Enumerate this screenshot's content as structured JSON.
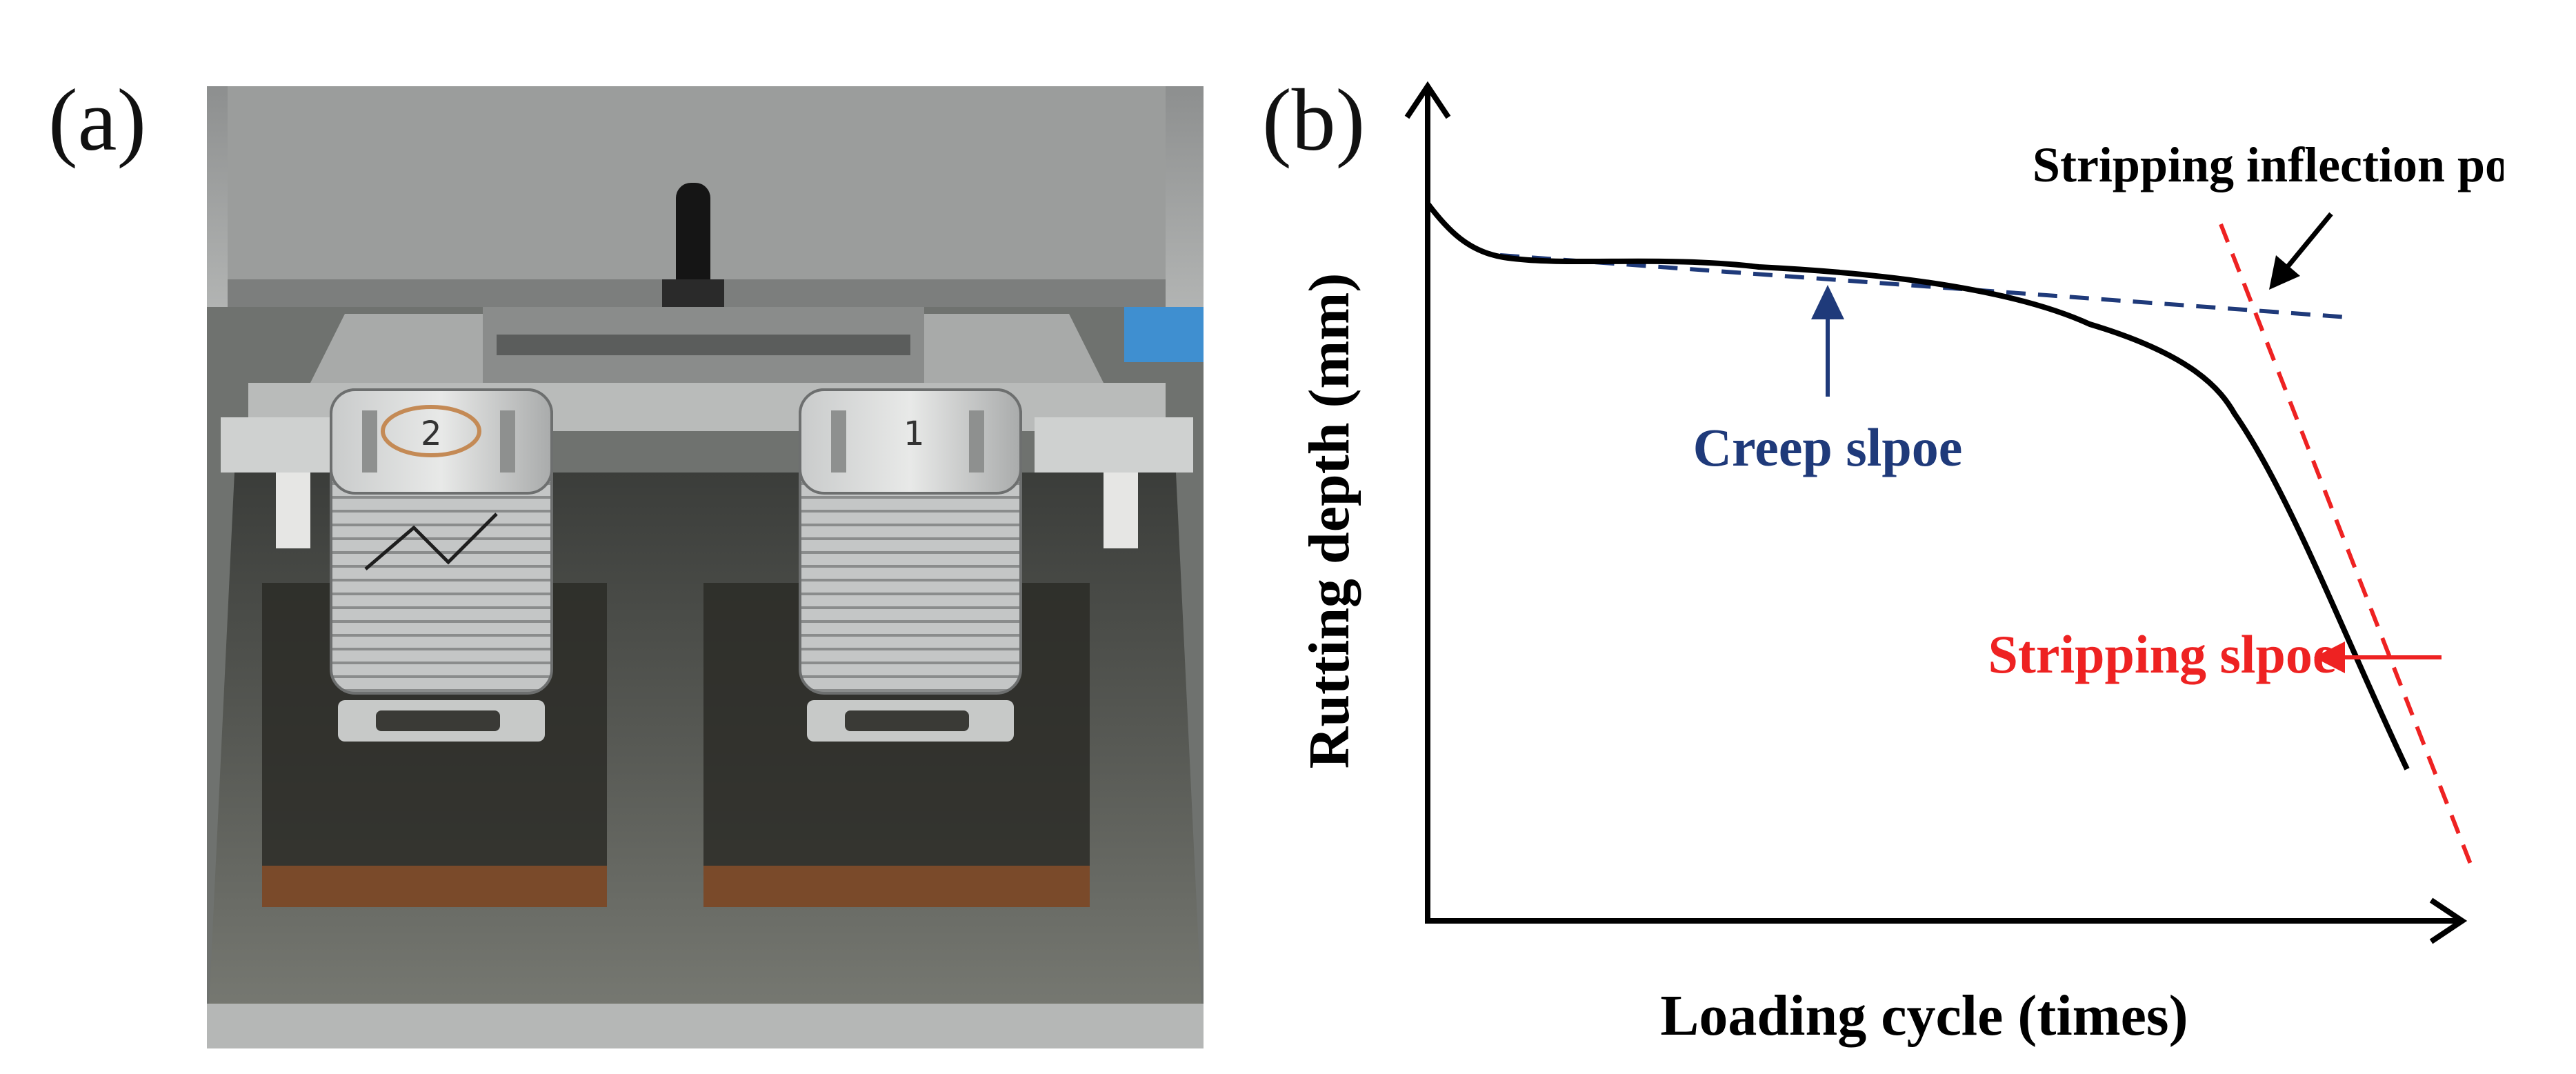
{
  "panels": {
    "a": {
      "label": "(a)"
    },
    "b": {
      "label": "(b)"
    }
  },
  "diagram": {
    "y_axis_label": "Rutting depth (mm)",
    "x_axis_label": "Loading cycle (times)",
    "annotations": {
      "inflection": "Stripping inflection point",
      "creep": "Creep slpoe",
      "stripping": "Stripping slpoe"
    },
    "colors": {
      "curve": "#000000",
      "creep": "#1f3a7a",
      "stripping": "#ee2222",
      "axis": "#000000"
    }
  },
  "photo": {
    "specimen_marks": [
      "2",
      "1"
    ]
  }
}
